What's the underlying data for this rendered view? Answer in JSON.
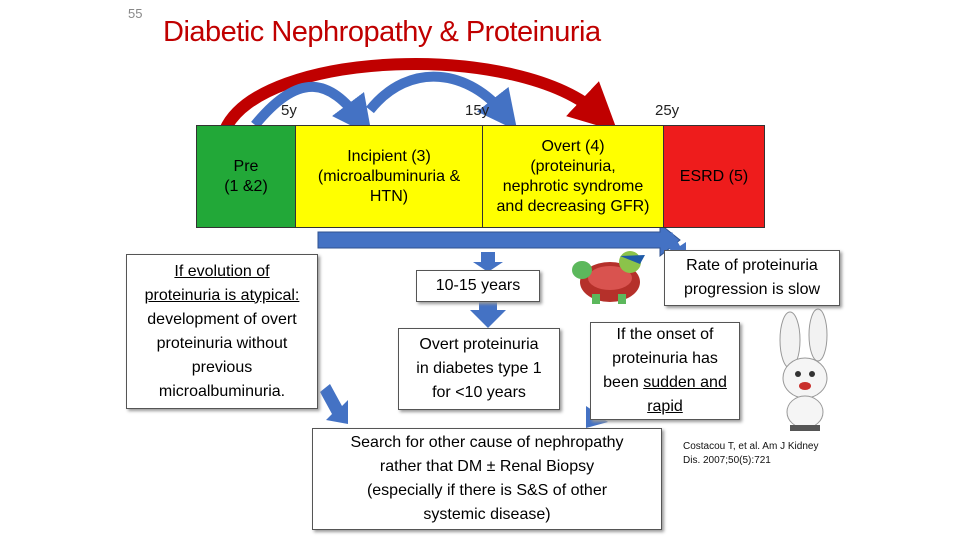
{
  "slide_number": "55",
  "title": "Diabetic Nephropathy  & Proteinuria",
  "timeline": {
    "y5": "5y",
    "y15": "15y",
    "y25": "25y"
  },
  "stages": {
    "pre": [
      "Pre",
      "(1 &2)"
    ],
    "incipient": [
      "Incipient (3)",
      "(microalbuminuria &",
      "HTN)"
    ],
    "overt": [
      "Overt (4)",
      "(proteinuria,",
      "nephrotic syndrome",
      "and decreasing GFR)"
    ],
    "esrd": "ESRD (5)"
  },
  "atypical": {
    "line1": "If evolution of",
    "line2": "proteinuria is atypical:",
    "rest": [
      "development of overt",
      "proteinuria without",
      "previous",
      "microalbuminuria."
    ]
  },
  "years_box": "10-15 years",
  "overt_type1": [
    "Overt proteinuria",
    "in diabetes type 1",
    "for <10 years"
  ],
  "rate_box": [
    "Rate of proteinuria",
    "progression is slow"
  ],
  "onset_box": {
    "lines": [
      "If the onset of",
      "proteinuria has",
      "been "
    ],
    "sudden": "sudden and",
    "rapid": "rapid"
  },
  "search_box": [
    "Search for other cause of nephropathy",
    "rather that DM ± Renal Biopsy",
    "(especially if there is S&S of other",
    "systemic disease)"
  ],
  "citation": [
    "Costacou T, et al. Am J Kidney",
    "Dis. 2007;50(5):721"
  ],
  "colors": {
    "title": "#c00000",
    "pre": "#22a838",
    "incipient": "#ffff00",
    "overt": "#ffff00",
    "esrd": "#ee1c1c",
    "arrow_red": "#c00000",
    "arrow_blue": "#4472c4"
  }
}
